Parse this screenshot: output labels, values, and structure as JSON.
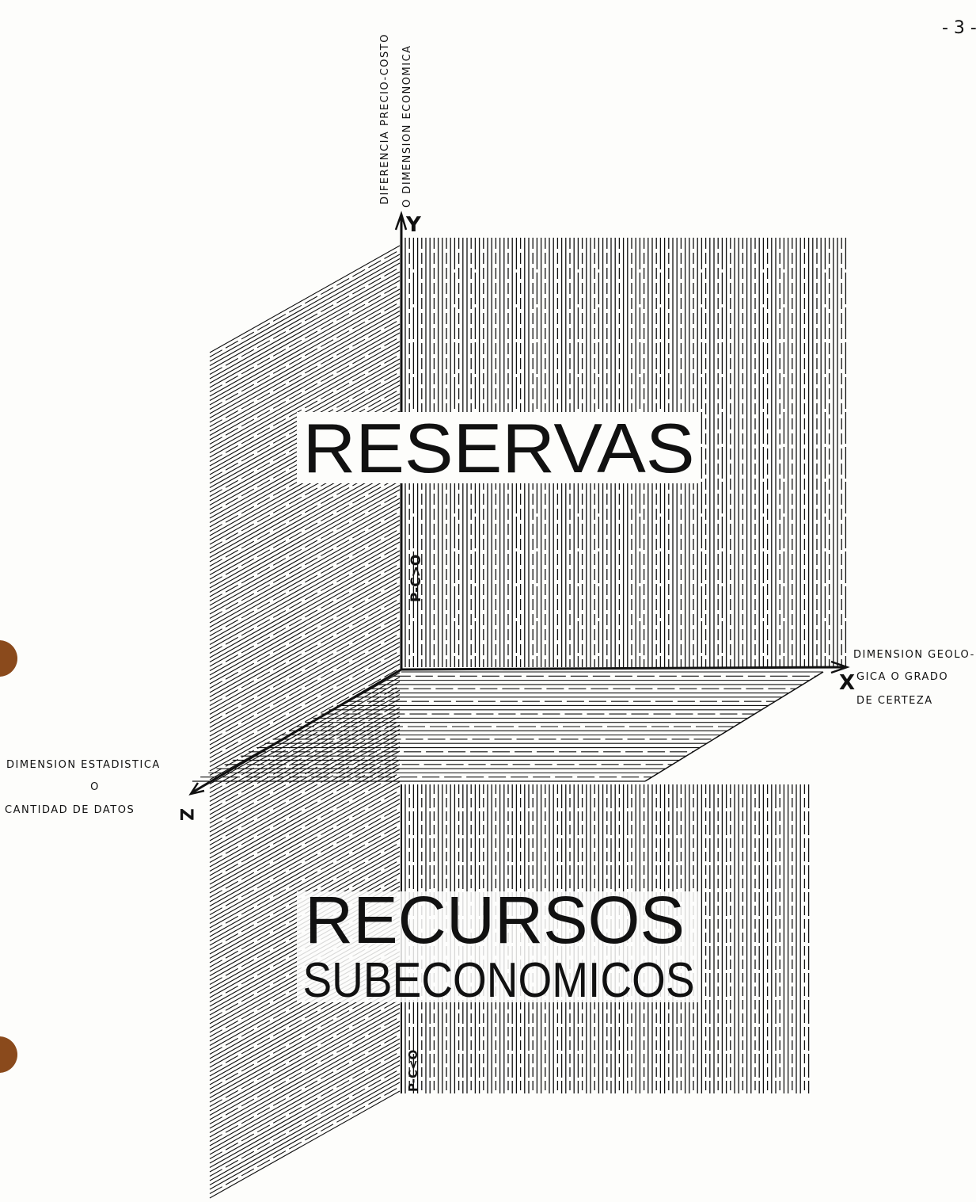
{
  "page_number": "- 3 -",
  "axes": {
    "y": {
      "letter": "Y",
      "label_line1": "DIFERENCIA PRECIO-COSTO",
      "label_line2": "O DIMENSION ECONOMICA"
    },
    "x": {
      "letter": "X",
      "label_line1": "DIMENSION GEOLO-",
      "label_line2": "GICA O GRADO",
      "label_line3": "DE CERTEZA"
    },
    "z": {
      "letter": "Z",
      "label_line1": "DIMENSION ESTADISTICA",
      "label_line2": "O",
      "label_line3": "CANTIDAD DE DATOS"
    }
  },
  "regions": {
    "upper": {
      "title": "RESERVAS",
      "condition": "P-C>O"
    },
    "lower": {
      "title": "RECURSOS",
      "subtitle": "SUBECONOMICOS",
      "condition": "P-C<O"
    }
  },
  "colors": {
    "ink": "#111111",
    "paper": "#fdfdfb",
    "punch_hole": "#8a4a1c"
  }
}
